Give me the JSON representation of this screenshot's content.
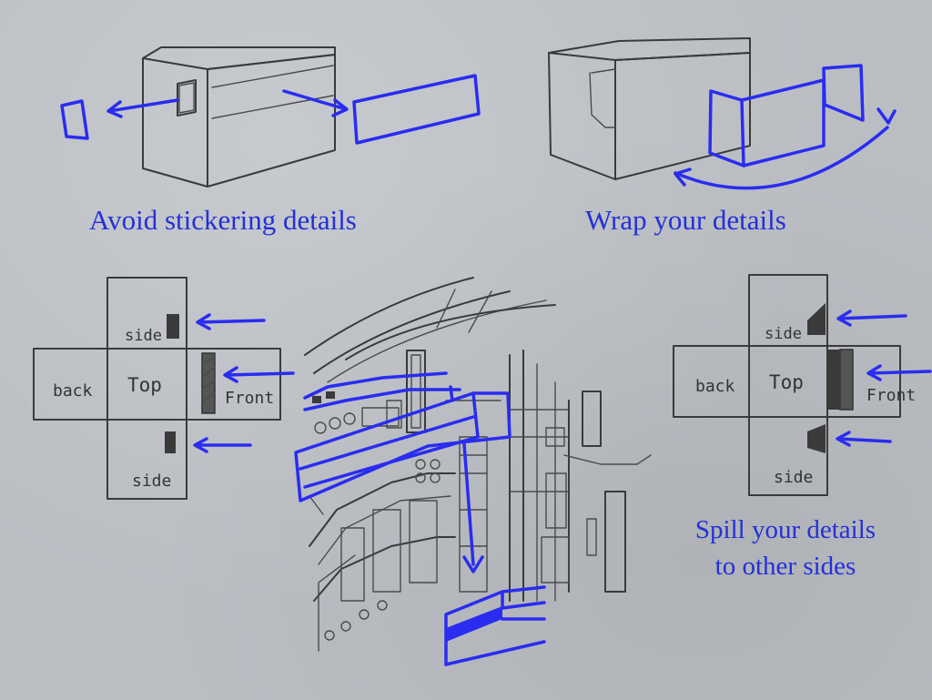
{
  "captions": {
    "avoid": "Avoid stickering details",
    "wrap": "Wrap your details",
    "spill_line1": "Spill your details",
    "spill_line2": "to other sides"
  },
  "cube_net_left": {
    "side_top": "side",
    "back": "back",
    "top": "Top",
    "front": "Front",
    "side_bottom": "side"
  },
  "cube_net_right": {
    "side_top": "side",
    "back": "back",
    "top": "Top",
    "front": "Front",
    "side_bottom": "side"
  },
  "colors": {
    "background": "#babec3",
    "annotation_blue": "#2a2cf0",
    "pencil": "#3a3a3a"
  }
}
